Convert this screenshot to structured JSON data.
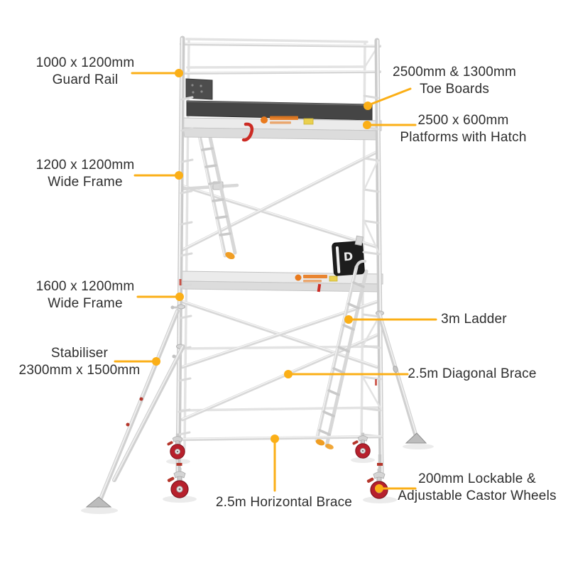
{
  "colors": {
    "accent": "#FBAF17",
    "text": "#2E2E2E",
    "toe_board": "#4A4A4A",
    "castor_red": "#B7202C",
    "sticker_orange": "#E97A1D"
  },
  "labels": {
    "guard_rail": {
      "line1": "1000 x 1200mm",
      "line2": "Guard Rail"
    },
    "toe_boards": {
      "line1": "2500mm & 1300mm",
      "line2": "Toe Boards"
    },
    "platforms": {
      "line1": "2500 x 600mm",
      "line2": "Platforms with Hatch"
    },
    "wide_frame_upper": {
      "line1": "1200 x 1200mm",
      "line2": "Wide Frame"
    },
    "wide_frame_lower": {
      "line1": "1600 x 1200mm",
      "line2": "Wide Frame"
    },
    "ladder": {
      "line1": "3m Ladder"
    },
    "stabiliser": {
      "line1": "Stabiliser",
      "line2": "2300mm x 1500mm"
    },
    "diagonal_brace": {
      "line1": "2.5m Diagonal Brace"
    },
    "horizontal_brace": {
      "line1": "2.5m Horizontal Brace"
    },
    "castor_wheels": {
      "line1": "200mm Lockable &",
      "line2": "Adjustable Castor Wheels"
    }
  }
}
